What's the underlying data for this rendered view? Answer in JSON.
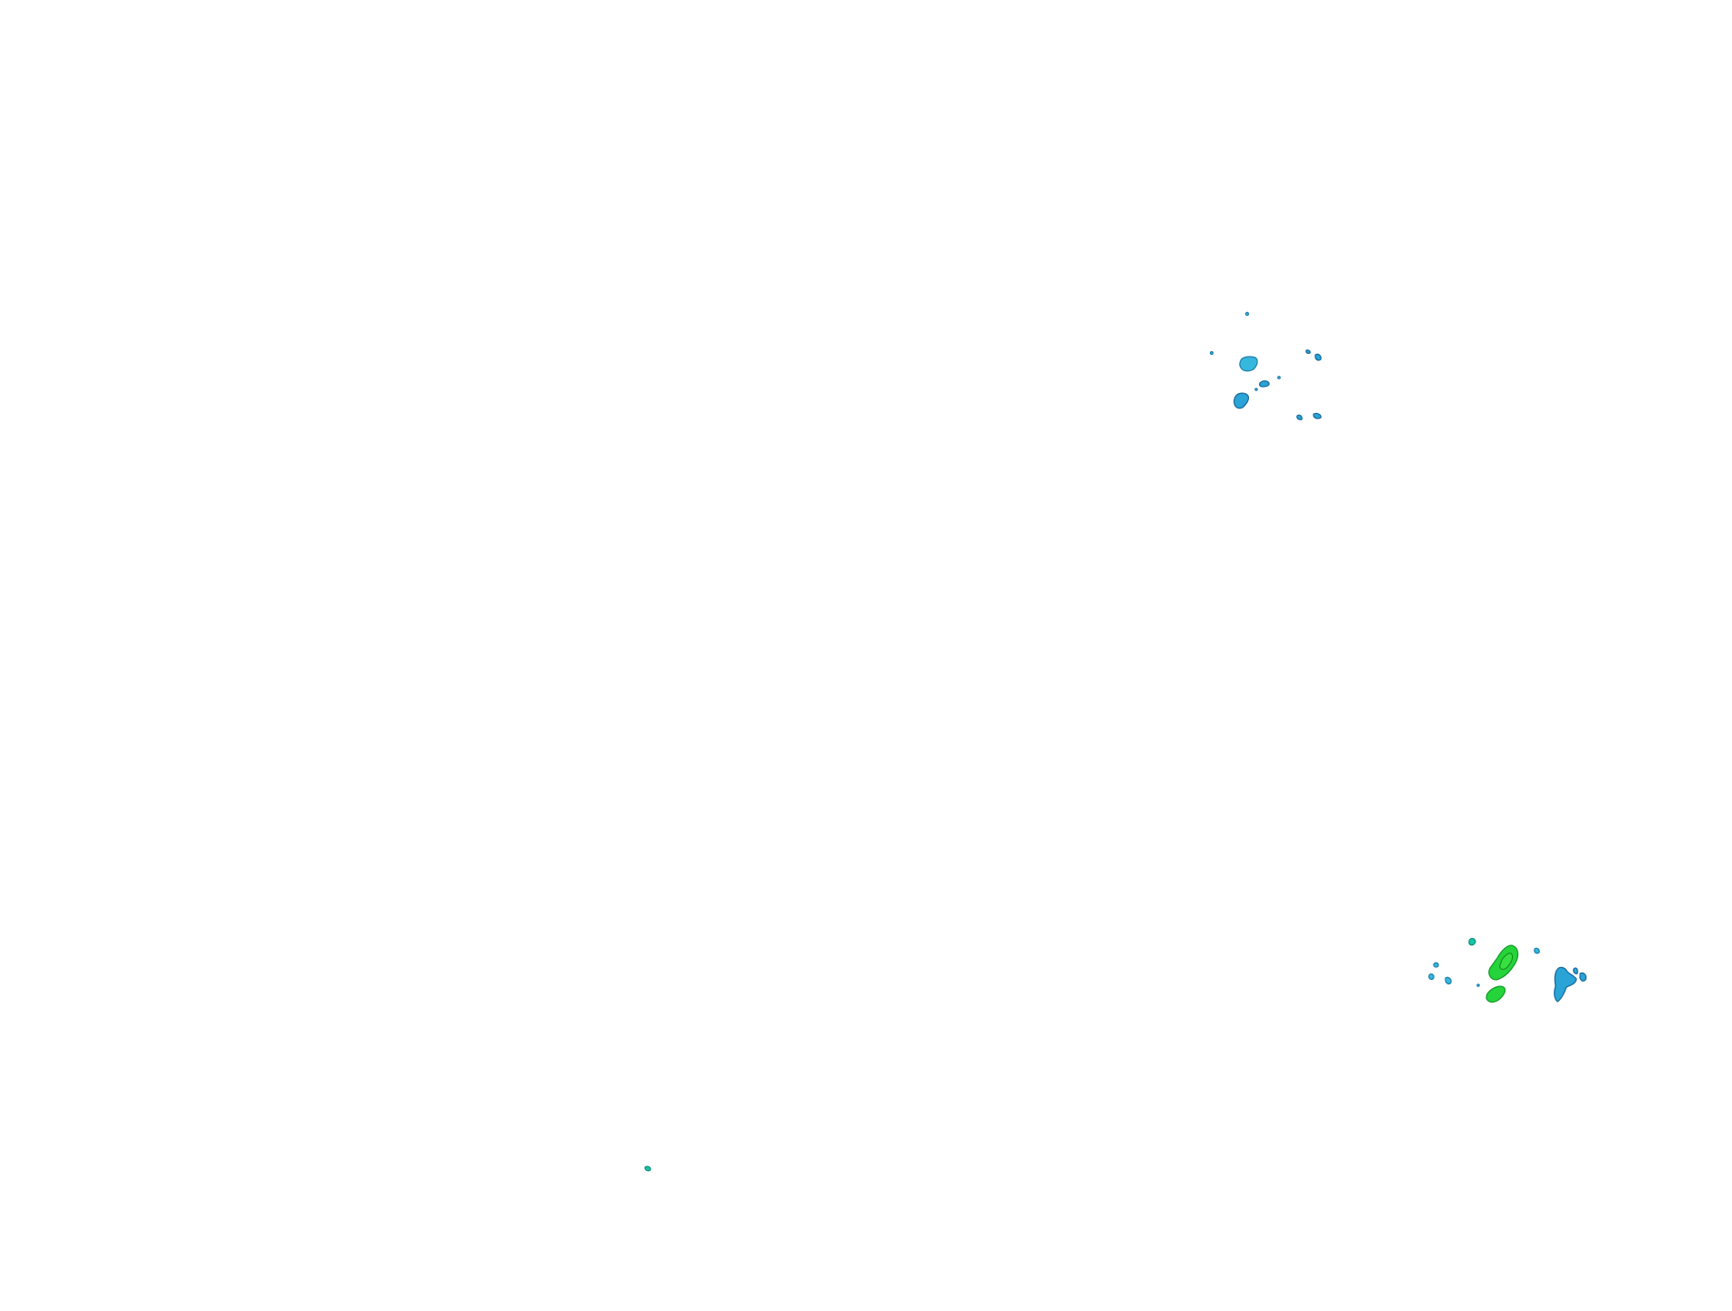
{
  "map": {
    "type": "precipitation-radar-overlay",
    "background": "#ffffff",
    "colors": {
      "light": "#35b8dc",
      "moderate": "#2aa3d6",
      "teal": "#17c6a6",
      "green": "#25d43a",
      "core": "#36e040"
    },
    "clusters": [
      {
        "id": "north-cluster",
        "intensity": "light"
      },
      {
        "id": "south-east-cluster",
        "intensity": "moderate-to-heavy"
      },
      {
        "id": "south-west-speck",
        "intensity": "light"
      }
    ]
  }
}
